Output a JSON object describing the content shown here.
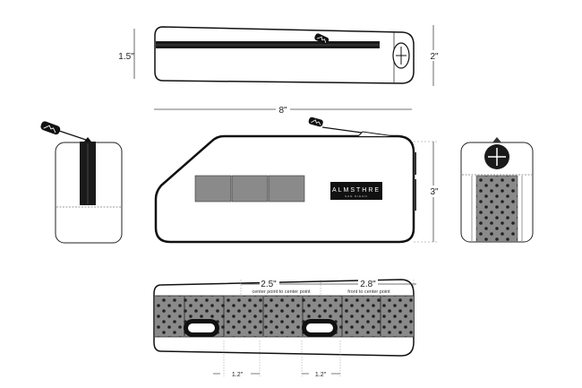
{
  "dimensions": {
    "top_height": "1.5\"",
    "top_width": "2\"",
    "length": "8\"",
    "side_height": "3\"",
    "mount_spacing": "2.5\"",
    "mount_spacing_note": "center point to center point",
    "front_offset": "2.8\"",
    "front_offset_note": "front to center point",
    "slot_width_1": "1.2\"",
    "slot_width_2": "1.2\""
  },
  "brand": {
    "name": "ALMSTHRE",
    "location": "SAN DIEGO"
  },
  "colors": {
    "outline": "#111111",
    "panel_gray": "#8a8a8a",
    "zipper": "#1a1a1a",
    "dimension_line": "#444444"
  }
}
